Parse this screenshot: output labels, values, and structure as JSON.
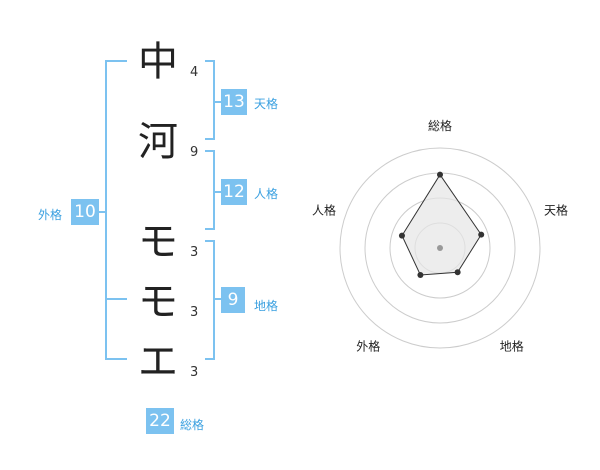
{
  "name": {
    "chars": [
      {
        "char": "中",
        "strokes": "4"
      },
      {
        "char": "河",
        "strokes": "9"
      },
      {
        "char": "モ",
        "strokes": "3"
      },
      {
        "char": "モ",
        "strokes": "3"
      },
      {
        "char": "エ",
        "strokes": "3"
      }
    ]
  },
  "grids": {
    "tenkaku": {
      "value": "13",
      "label": "天格"
    },
    "jinkaku": {
      "value": "12",
      "label": "人格"
    },
    "chikaku": {
      "value": "9",
      "label": "地格"
    },
    "gaikaku": {
      "value": "10",
      "label": "外格"
    },
    "soukaku": {
      "value": "22",
      "label": "総格"
    }
  },
  "colors": {
    "accent": "#7cc2f0"
  },
  "chart_data": {
    "type": "radar",
    "axes": [
      "総格",
      "天格",
      "地格",
      "外格",
      "人格"
    ],
    "values": [
      22,
      13,
      9,
      10,
      12
    ],
    "ring_count": 4
  }
}
